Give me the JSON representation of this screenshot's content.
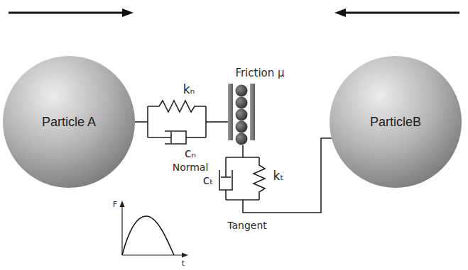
{
  "diagram": {
    "nodes": [
      {
        "text": [
          "Particle A"
        ]
      },
      {
        "text": [
          "ParticleB"
        ]
      }
    ],
    "labels": [
      "kₙ",
      "cₙ",
      "Normal",
      "Friction μ",
      "cₜ",
      "kₜ",
      "Tangent",
      "F",
      "t"
    ]
  }
}
